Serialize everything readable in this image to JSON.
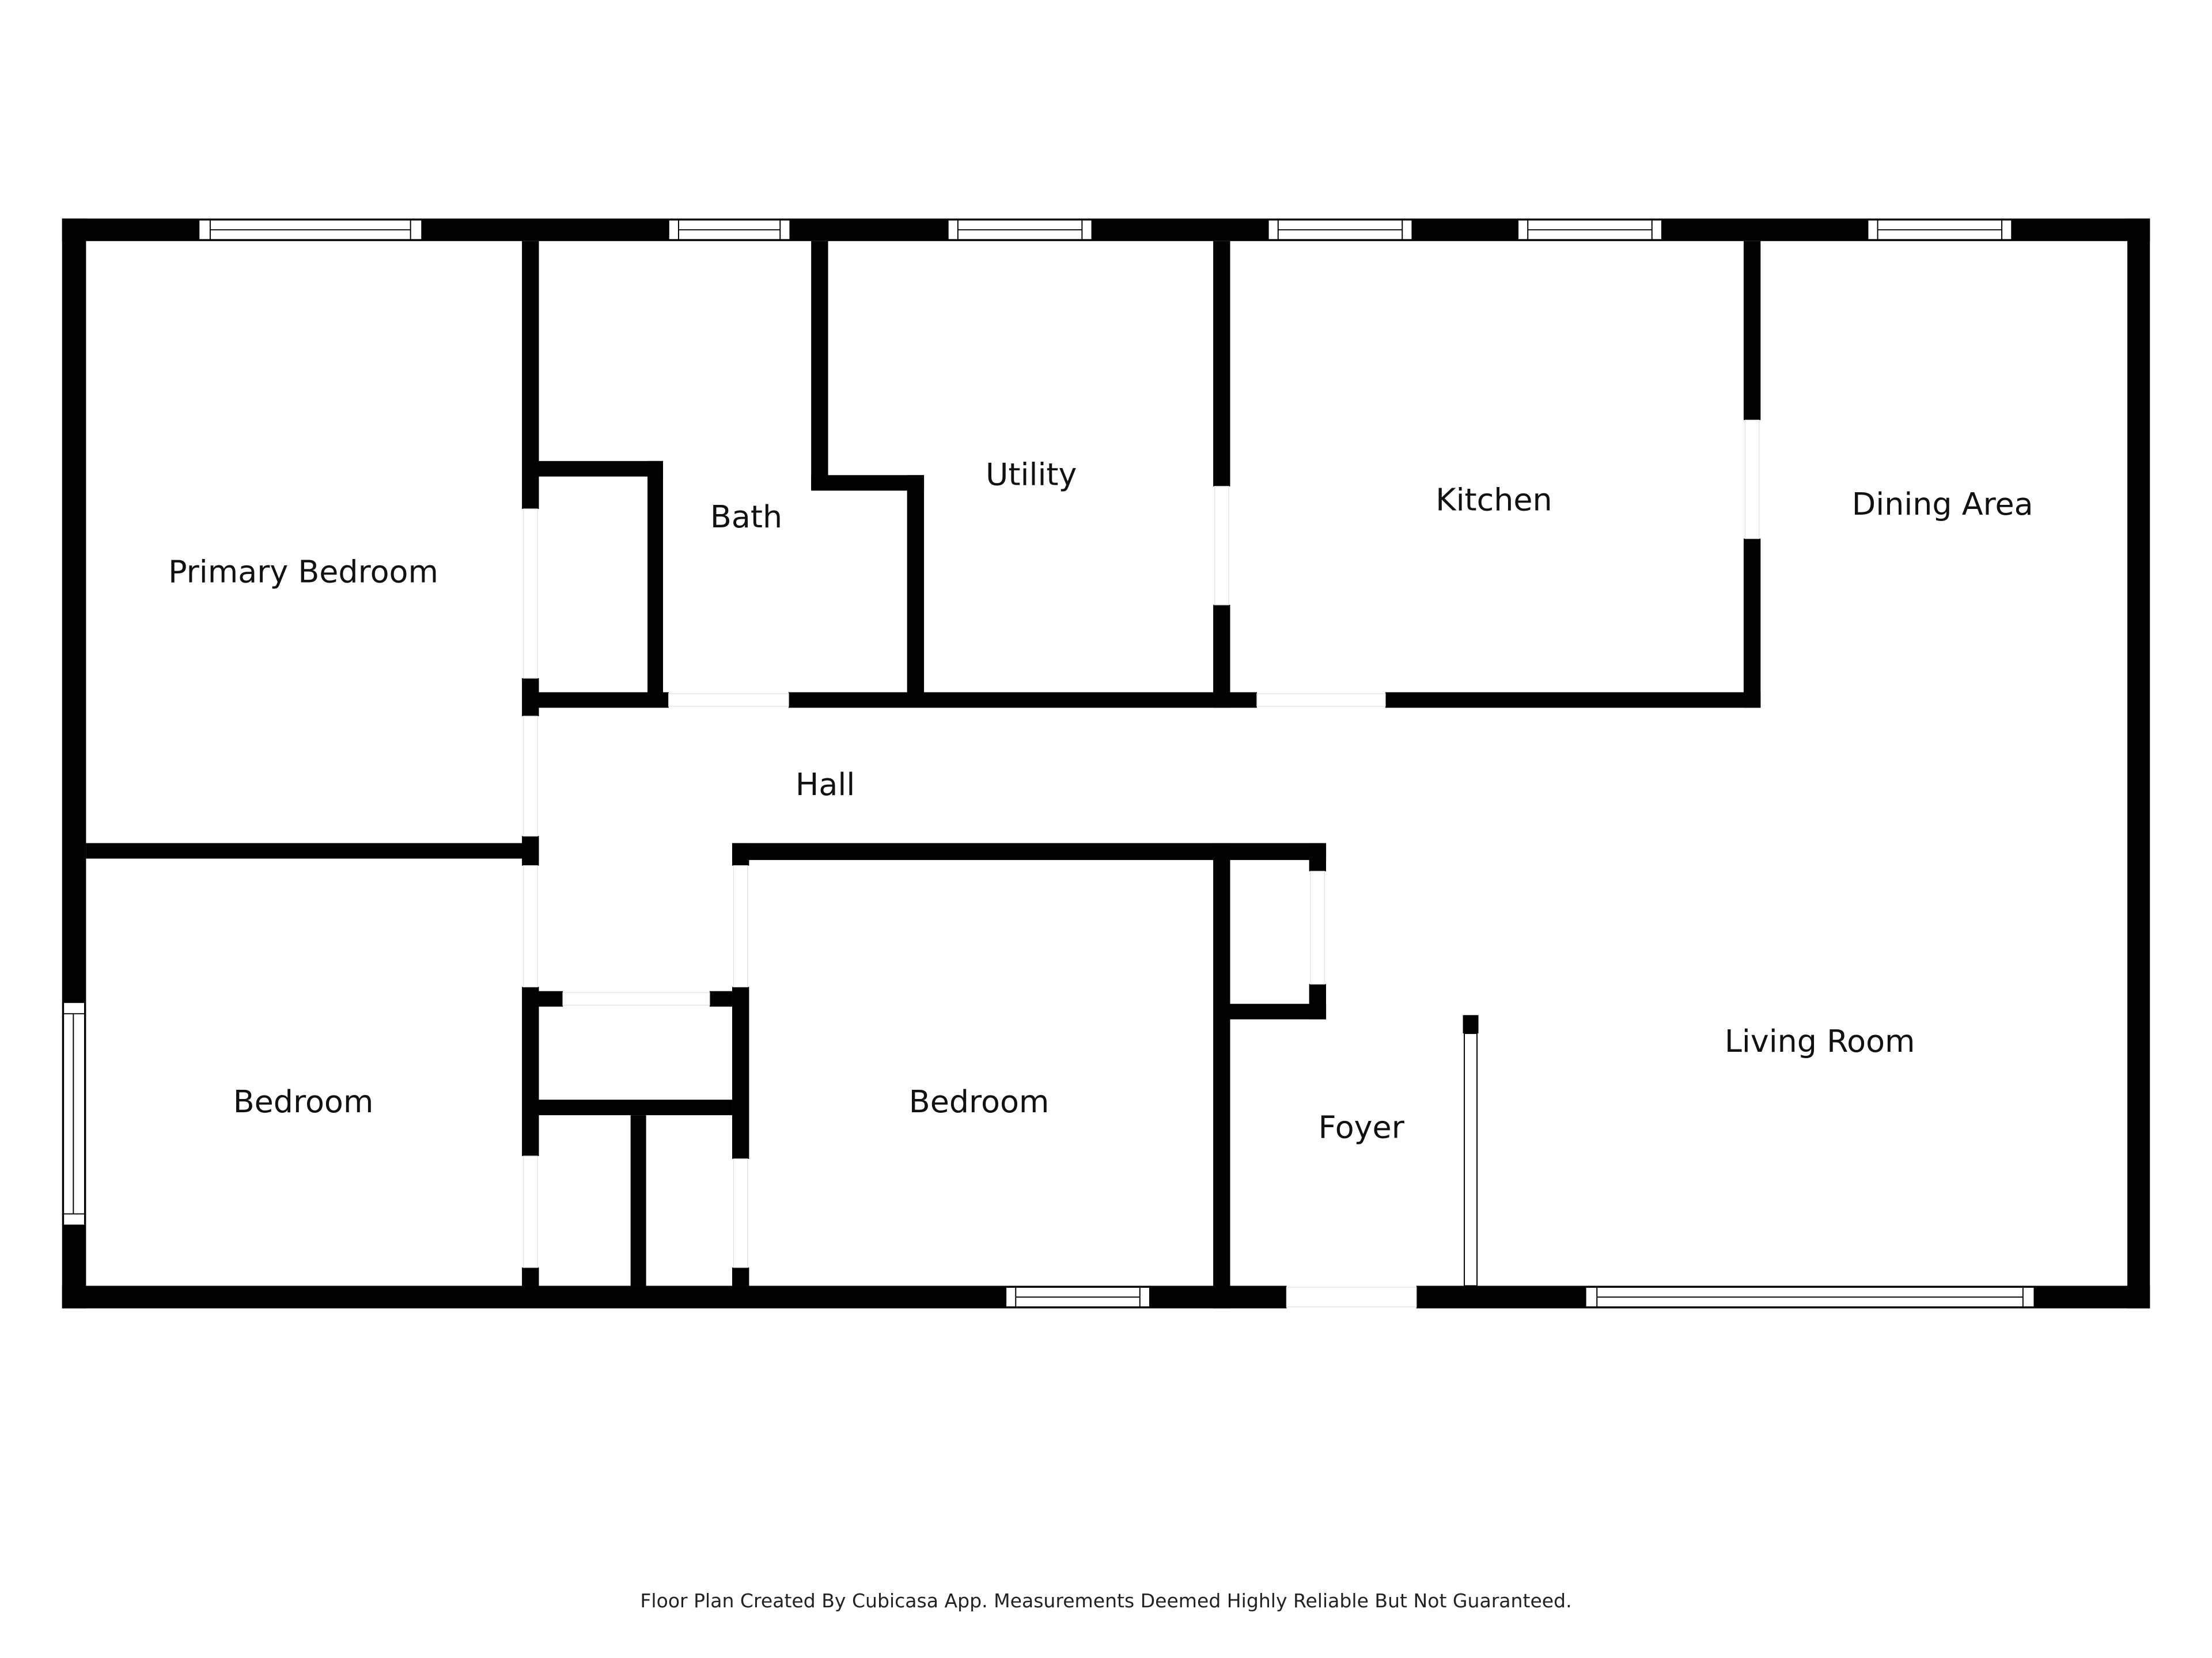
{
  "floor_plan": {
    "rooms": [
      {
        "id": "primary-bedroom",
        "label": "Primary Bedroom"
      },
      {
        "id": "bath",
        "label": "Bath"
      },
      {
        "id": "utility",
        "label": "Utility"
      },
      {
        "id": "kitchen",
        "label": "Kitchen"
      },
      {
        "id": "dining-area",
        "label": "Dining Area"
      },
      {
        "id": "hall",
        "label": "Hall"
      },
      {
        "id": "bedroom-west",
        "label": "Bedroom"
      },
      {
        "id": "bedroom-center",
        "label": "Bedroom"
      },
      {
        "id": "foyer",
        "label": "Foyer"
      },
      {
        "id": "living-room",
        "label": "Living Room"
      }
    ],
    "colors": {
      "wall": "#000000",
      "background": "#ffffff",
      "text": "#111111"
    }
  },
  "footer": {
    "disclaimer": "Floor Plan Created By Cubicasa App. Measurements Deemed Highly Reliable But Not Guaranteed."
  }
}
